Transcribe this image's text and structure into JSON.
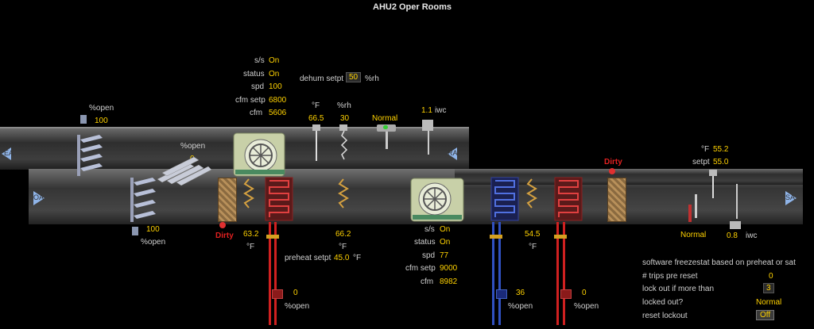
{
  "title": "AHU2 Oper Rooms",
  "ea": {
    "label": "EA",
    "damper_label": "%open",
    "damper_value": "100"
  },
  "ra": {
    "label": "RA"
  },
  "oa": {
    "label": "OA",
    "damper_value": "100",
    "damper_label": "%open"
  },
  "sa": {
    "label": "SA"
  },
  "return_mix_damper": {
    "label": "%open",
    "value": "0"
  },
  "return_fan": {
    "ss_label": "s/s",
    "ss_value": "On",
    "status_label": "status",
    "status_value": "On",
    "spd_label": "spd",
    "spd_value": "100",
    "cfm_setp_label": "cfm setp",
    "cfm_setp_value": "6800",
    "cfm_label": "cfm",
    "cfm_value": "5606"
  },
  "supply_fan": {
    "ss_label": "s/s",
    "ss_value": "On",
    "status_label": "status",
    "status_value": "On",
    "spd_label": "spd",
    "spd_value": "77",
    "cfm_setp_label": "cfm setp",
    "cfm_setp_value": "9000",
    "cfm_label": "cfm",
    "cfm_value": "8982"
  },
  "dehum": {
    "label": "dehum setpt",
    "value": "50",
    "unit": "%rh"
  },
  "return_temp": {
    "unit": "°F",
    "value": "66.5"
  },
  "return_rh": {
    "unit": "%rh",
    "value": "30"
  },
  "smoke": {
    "status": "Normal"
  },
  "static_return": {
    "value": "1.1",
    "unit": "iwc"
  },
  "filter1": {
    "status": "Dirty"
  },
  "filter2": {
    "status": "Dirty"
  },
  "preheat_temp": {
    "value": "63.2",
    "unit": "°F"
  },
  "mixed_temp": {
    "value": "66.2",
    "unit": "°F"
  },
  "preheat_setpt": {
    "label": "preheat setpt",
    "value": "45.0",
    "unit": "°F"
  },
  "cooling_temp": {
    "value": "54.5",
    "unit": "°F"
  },
  "sat": {
    "unit": "°F",
    "value": "55.2",
    "setpt_label": "setpt",
    "setpt_value": "55.0"
  },
  "supply_smoke": {
    "status": "Normal"
  },
  "static_supply": {
    "value": "0.8",
    "unit": "iwc"
  },
  "preheat_valve": {
    "value": "0",
    "label": "%open"
  },
  "chw_valve": {
    "value": "36",
    "label": "%open"
  },
  "reheat_valve": {
    "value": "0",
    "label": "%open"
  },
  "freezestat": {
    "heading": "software freezestat based on preheat or sat",
    "trips_label": "# trips pre reset",
    "trips_value": "0",
    "lockout_label": "lock out if more than",
    "lockout_value": "3",
    "locked_label": "locked out?",
    "locked_value": "Normal",
    "reset_label": "reset lockout",
    "reset_value": "Off"
  },
  "colors": {
    "value": "#ffd200",
    "alarm": "#e02020",
    "chw": "#3050c0",
    "hw": "#c02020"
  }
}
